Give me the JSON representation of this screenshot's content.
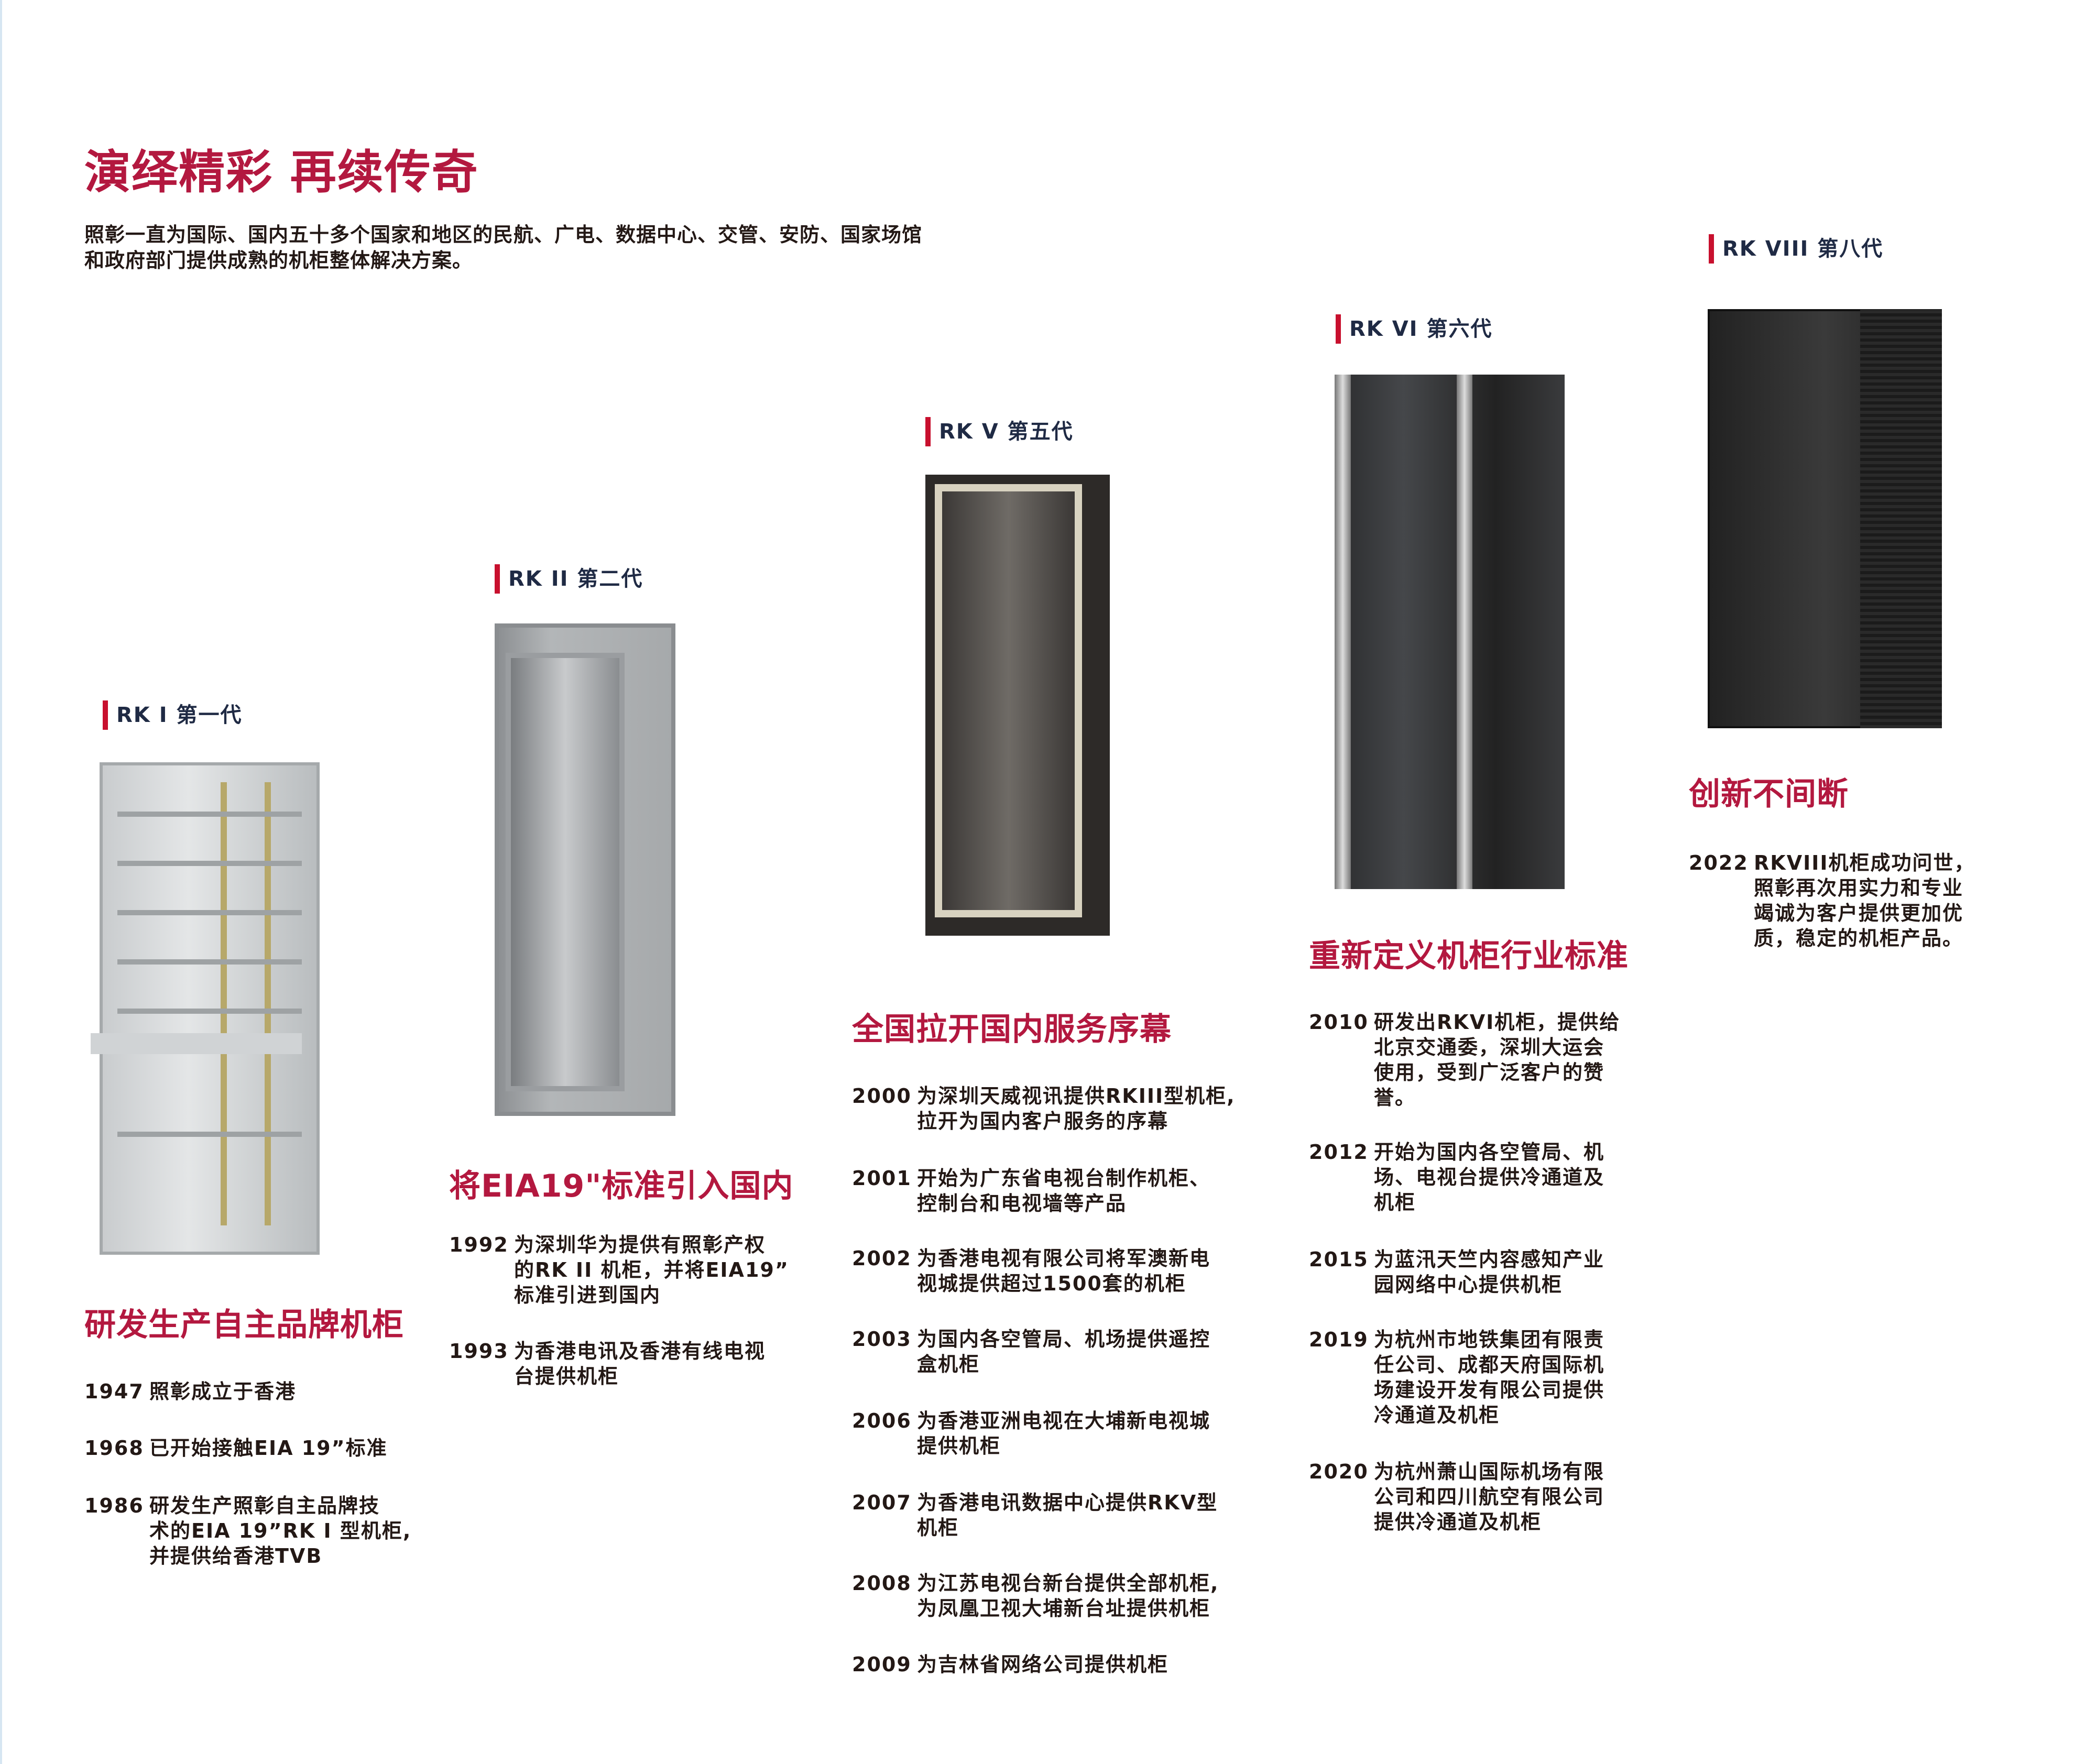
{
  "title": "演绎精彩 再续传奇",
  "intro": "照彰一直为国际、国内五十多个国家和地区的民航、广电、数据中心、交管、安防、国家场馆\n和政府部门提供成熟的机柜整体解决方案。",
  "colors": {
    "accent_red": "#b3183f",
    "label_navy": "#1f2a44",
    "bar_red": "#c8102e"
  },
  "generations": [
    {
      "label": "RK I 第一代",
      "heading": "研发生产自主品牌机柜",
      "entries": [
        {
          "year": "1947",
          "text": "照彰成立于香港"
        },
        {
          "year": "1968",
          "text": "已开始接触EIA 19”标准"
        },
        {
          "year": "1986",
          "text": "研发生产照彰自主品牌技\n术的EIA 19”RK I 型机柜,\n并提供给香港TVB"
        }
      ]
    },
    {
      "label": "RK II 第二代",
      "heading": "将EIA19\"标准引入国内",
      "entries": [
        {
          "year": "1992",
          "text": "为深圳华为提供有照彰产权\n的RK II 机柜，并将EIA19”\n标准引进到国内"
        },
        {
          "year": "1993",
          "text": "为香港电讯及香港有线电视\n台提供机柜"
        }
      ]
    },
    {
      "label": "RK V 第五代",
      "heading": "全国拉开国内服务序幕",
      "entries": [
        {
          "year": "2000",
          "text": "为深圳天威视讯提供RKIII型机柜,\n拉开为国内客户服务的序幕"
        },
        {
          "year": "2001",
          "text": "开始为广东省电视台制作机柜、\n控制台和电视墙等产品"
        },
        {
          "year": "2002",
          "text": "为香港电视有限公司将军澳新电\n视城提供超过1500套的机柜"
        },
        {
          "year": "2003",
          "text": "为国内各空管局、机场提供遥控\n盒机柜"
        },
        {
          "year": "2006",
          "text": "为香港亚洲电视在大埔新电视城\n提供机柜"
        },
        {
          "year": "2007",
          "text": "为香港电讯数据中心提供RKV型\n机柜"
        },
        {
          "year": "2008",
          "text": "为江苏电视台新台提供全部机柜,\n为凤凰卫视大埔新台址提供机柜"
        },
        {
          "year": "2009",
          "text": "为吉林省网络公司提供机柜"
        }
      ]
    },
    {
      "label": "RK VI 第六代",
      "heading": "重新定义机柜行业标准",
      "entries": [
        {
          "year": "2010",
          "text": "研发出RKVI机柜，提供给\n北京交通委，深圳大运会\n使用，受到广泛客户的赞\n誉。"
        },
        {
          "year": "2012",
          "text": "开始为国内各空管局、机\n场、电视台提供冷通道及\n机柜"
        },
        {
          "year": "2015",
          "text": "为蓝汛天竺内容感知产业\n园网络中心提供机柜"
        },
        {
          "year": "2019",
          "text": "为杭州市地铁集团有限责\n任公司、成都天府国际机\n场建设开发有限公司提供\n冷通道及机柜"
        },
        {
          "year": "2020",
          "text": "为杭州萧山国际机场有限\n公司和四川航空有限公司\n提供冷通道及机柜"
        }
      ]
    },
    {
      "label": "RK VIII 第八代",
      "heading": "创新不间断",
      "entries": [
        {
          "year": "2022",
          "text": "RKVIII机柜成功问世，\n照彰再次用实力和专业\n竭诚为客户提供更加优\n质，稳定的机柜产品。"
        }
      ]
    }
  ]
}
